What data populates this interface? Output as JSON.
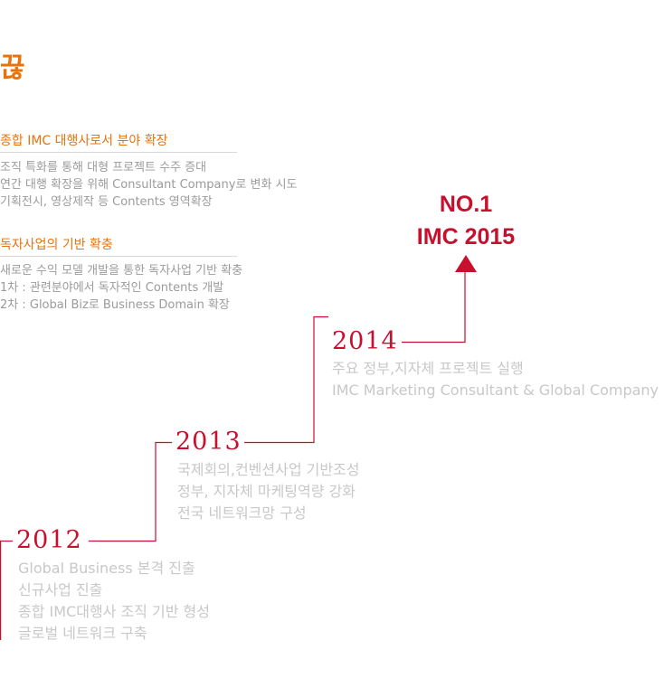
{
  "heading": "끊",
  "colors": {
    "orange": "#e8720c",
    "red": "#c8102e",
    "divider": "#d8d8d8",
    "body_text": "#9b9b9b",
    "year_text": "#c8c8c8"
  },
  "sections": [
    {
      "title": "종합 IMC 대행사로서 분야 확장",
      "lines": [
        "조직 특화를 통해 대형 프로젝트 수주 증대",
        "연간 대행 확장을 위해 Consultant Company로 변화 시도",
        "기획전시, 영상제작 등 Contents 영역확장"
      ]
    },
    {
      "title": "독자사업의 기반 확충",
      "lines": [
        "새로운 수익 모델 개발을 통한 독자사업 기반 확충",
        " 1차 : 관련분야에서 독자적인 Contents 개발",
        " 2차 : Global Biz로 Business Domain 확장"
      ]
    }
  ],
  "goal": {
    "line1": "NO.1",
    "line2": "IMC 2015"
  },
  "milestones": [
    {
      "year": "2012",
      "items": [
        "Global Business 본격 진출",
        "신규사업 진출",
        "종합 IMC대행사 조직 기반 형성",
        "글로벌 네트워크 구축"
      ]
    },
    {
      "year": "2013",
      "items": [
        "국제회의,컨벤션사업 기반조성",
        "정부, 지자체 마케팅역량 강화",
        "전국 네트워크망 구성"
      ]
    },
    {
      "year": "2014",
      "items": [
        "주요 정부,지자체 프로젝트 실행",
        "IMC Marketing Consultant & Global Company"
      ]
    }
  ]
}
